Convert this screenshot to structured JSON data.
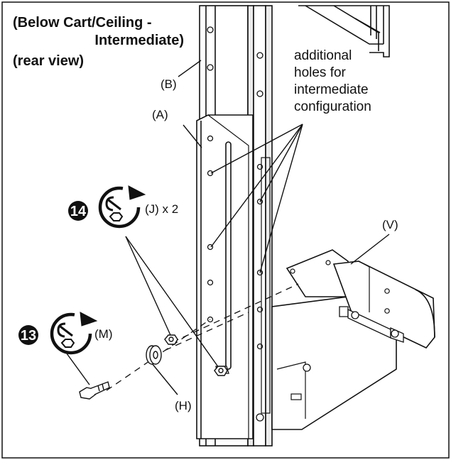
{
  "title": {
    "line1": "(Below Cart/Ceiling -",
    "line2": "Intermediate)",
    "line3": "(rear view)"
  },
  "labels": {
    "b": "(B)",
    "a": "(A)",
    "v": "(V)",
    "h": "(H)",
    "j": "(J) x 2",
    "m": "(M)"
  },
  "note": {
    "line1": "additional",
    "line2": "holes for",
    "line3": "intermediate",
    "line4": "configuration"
  },
  "steps": {
    "step14": "14",
    "step13": "13"
  },
  "colors": {
    "ink": "#111111",
    "fill": "#ffffff",
    "shade": "#e6e6e6"
  }
}
